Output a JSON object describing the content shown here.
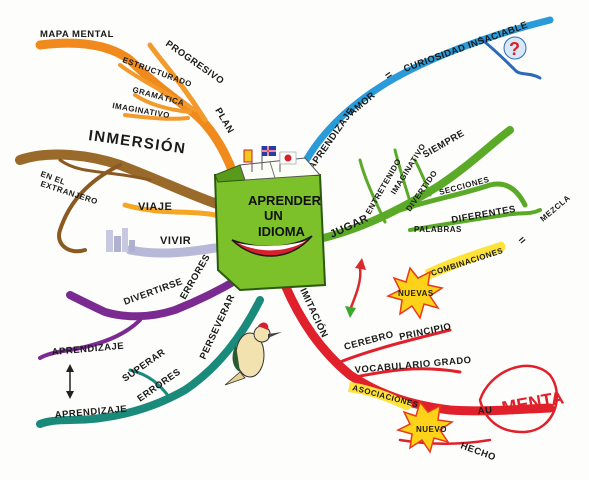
{
  "center": {
    "line1": "APRENDER",
    "line2": "UN",
    "line3": "IDIOMA"
  },
  "orange_branch": {
    "root": "PLAN",
    "sub": "PROGRESIVO",
    "mapa": "MAPA MENTAL",
    "estructurado": "ESTRUCTURADO",
    "gramatica": "GRAMÁTICA",
    "imaginativo": "IMAGINATIVO"
  },
  "brown_branch": {
    "inmersion": "INMERSIÓN",
    "extranjero1": "EN EL",
    "extranjero2": "EXTRANJERO",
    "viaje": "VIAJE",
    "vivir": "VIVIR"
  },
  "blue_branch": {
    "aprendizaje": "APRENDIZAJE",
    "amor": "AMOR",
    "equals": "=",
    "curiosidad": "CURIOSIDAD INSACIABLE",
    "question": "?"
  },
  "green_branch": {
    "jugar": "JUGAR",
    "entretenido": "ENTRETENIDO",
    "imaginativo": "IMAGINATIVO",
    "divertido": "DIVERTIDO",
    "siempre": "SIEMPRE",
    "palabras": "PALABRAS",
    "secciones": "SECCIONES",
    "diferentes": "DIFERENTES",
    "mezcla": "MEZCLA",
    "equals": "=",
    "nuevas": "NUEVAS",
    "combinaciones": "COMBINACIONES"
  },
  "red_branch": {
    "imitacion": "IMITACIÓN",
    "cerebro": "CEREBRO",
    "principio": "PRINCIPIO",
    "vocabulario": "VOCABULARIO GRADO",
    "asociaciones": "ASOCIACIONES",
    "nuevo": "NUEVO",
    "hecho": "HECHO",
    "aumenta_au": "AU",
    "aumenta_menta": "MENTA"
  },
  "purple_branch": {
    "divertirse": "DIVERTIRSE",
    "errores": "ERRORES",
    "aprendizaje": "APRENDIZAJE"
  },
  "teal_branch": {
    "perseverar": "PERSEVERAR",
    "superar": "SUPERAR",
    "errores": "ERRORES",
    "aprendizaje": "APRENDIZAJE"
  }
}
